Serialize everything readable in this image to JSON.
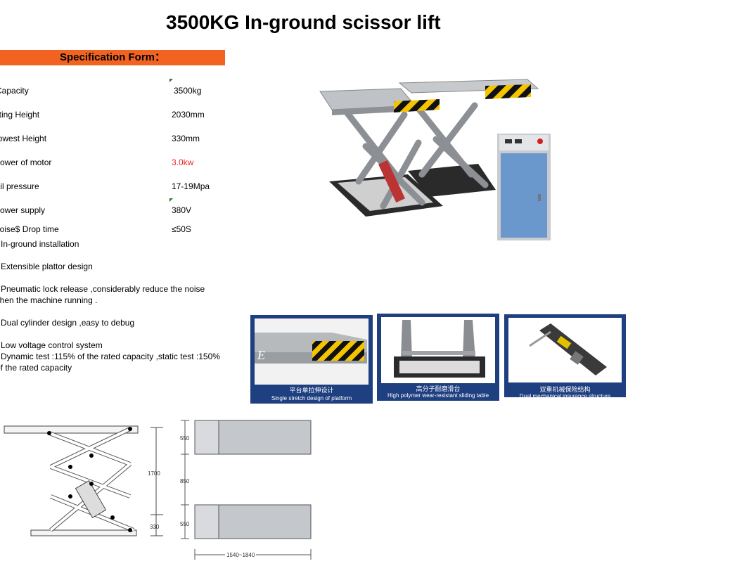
{
  "title": "3500KG In-ground  scissor lift",
  "spec_header": "Specification Form：",
  "specs": [
    {
      "label": "Capacity",
      "value": "3500kg"
    },
    {
      "label": "Lifting Height",
      "value": "2030mm"
    },
    {
      "label": "Lowest Height",
      "value": "330mm"
    },
    {
      "label": "Power of motor",
      "value": "3.0kw"
    },
    {
      "label": "Oil pressure",
      "value": "17-19Mpa"
    },
    {
      "label": "Power supply",
      "value": "380V"
    },
    {
      "label": "Noise$ Drop time",
      "value": "≤50S"
    }
  ],
  "features": [
    "In-ground installation",
    "Extensible plattor design",
    "Pneumatic lock release ,considerably reduce the noise",
    "when the machine running .",
    "Dual cylinder design ,easy to debug",
    "Low voltage control system",
    "Dynamic test :115% of the rated capacity ,static test :150%",
    "of the rated capacity"
  ],
  "photos": [
    {
      "cn": "平台单拉伸设计",
      "en": "Single stretch design of platform"
    },
    {
      "cn": "高分子耐磨滑台",
      "en": "High polymer wear-resistant sliding table"
    },
    {
      "cn": "双重机械保险结构",
      "en": "Dual mechanical insurance structure"
    }
  ],
  "drawing_side": {
    "height_max": "1700",
    "height_min": "330"
  },
  "drawing_top": {
    "top_width": "550",
    "gap": "850",
    "bottom_width": "550",
    "length": "1540~1840"
  },
  "colors": {
    "accent": "#f26322",
    "photo_frame": "#1e3f80",
    "highlight": "#e8251f"
  }
}
